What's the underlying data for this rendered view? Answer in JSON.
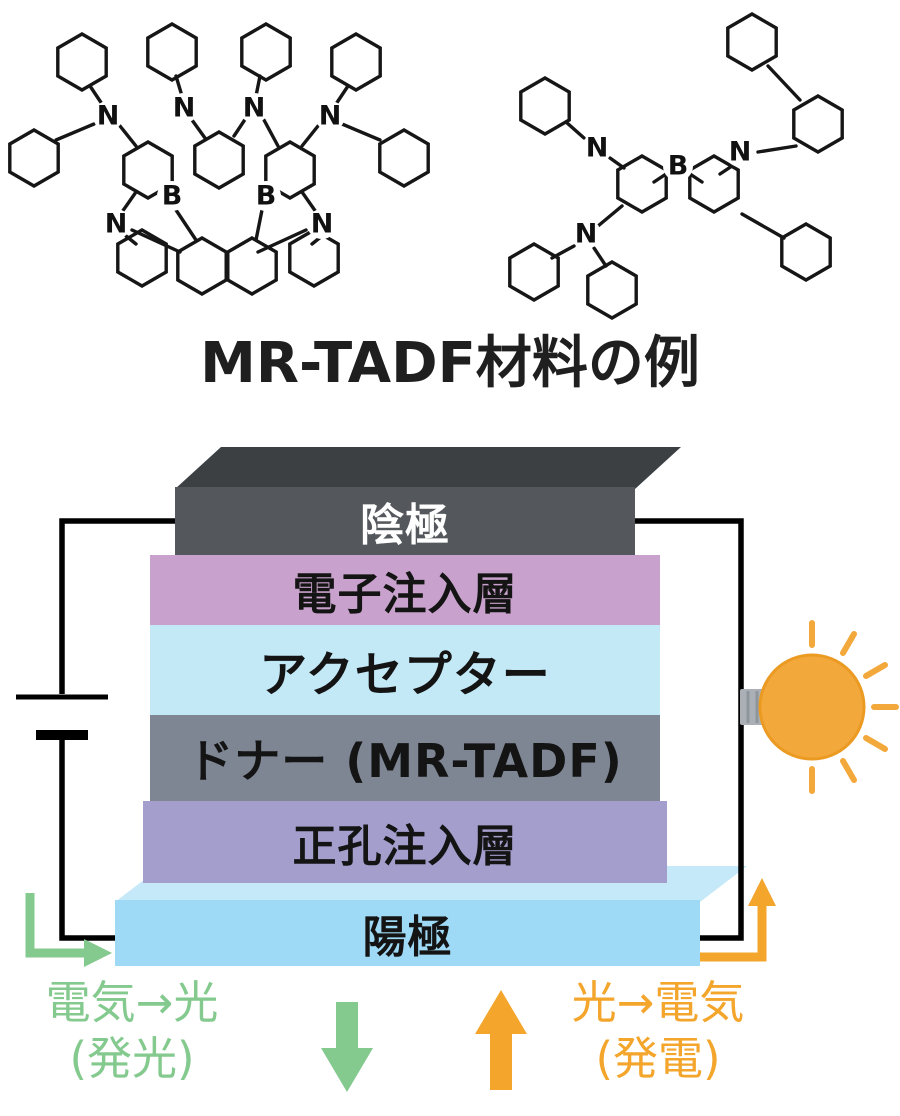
{
  "title": "MR-TADF材料の例",
  "molecules": {
    "atom_labels": {
      "N": "N",
      "B": "B"
    }
  },
  "device": {
    "layers": [
      {
        "label": "陰極",
        "color": "#54575b",
        "text_color": "#ffffff"
      },
      {
        "label": "電子注入層",
        "color": "#c8a2cc",
        "text_color": "#141414"
      },
      {
        "label": "アクセプター",
        "color": "#c3e9f6",
        "text_color": "#141414"
      },
      {
        "label": "ドナー (MR-TADF)",
        "color": "#7e8694",
        "text_color": "#141414"
      },
      {
        "label": "正孔注入層",
        "color": "#a49ecd",
        "text_color": "#141414"
      },
      {
        "label": "陽極",
        "color": "#9ed9f6",
        "text_color": "#141414"
      }
    ],
    "wire_color": "#000000",
    "bulb_color": "#f3a83c"
  },
  "annotations": {
    "emission": {
      "line1": "電気→光",
      "line2": "(発光)",
      "color": "#84c98e"
    },
    "generation": {
      "line1": "光→電気",
      "line2": "(発電)",
      "color": "#f3a52c"
    }
  },
  "icons": {
    "battery-icon": "two-plate battery symbol (long thin + short thick line)",
    "light-bulb-icon": "orange circle with rays and gray screw base",
    "down-arrow-icon": "thick green block arrow",
    "up-arrow-icon": "thick orange block arrow"
  }
}
